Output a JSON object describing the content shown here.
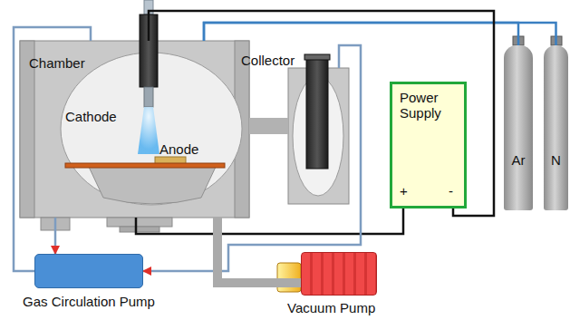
{
  "diagram": {
    "nodes": [
      {
        "text": [
          "Chamber"
        ]
      },
      {
        "text": [
          "Collector"
        ]
      },
      {
        "text": [
          "Power Supply",
          "+",
          "-"
        ]
      },
      {
        "text": [
          "Ar"
        ]
      },
      {
        "text": [
          "N"
        ]
      },
      {
        "text": [
          "Gas Circulation Pump"
        ]
      },
      {
        "text": [
          "Vacuum Pump"
        ]
      }
    ],
    "edges": [
      {
        "from": 3,
        "to": 0,
        "arrow": "none"
      },
      {
        "from": 4,
        "to": 0,
        "arrow": "none"
      },
      {
        "from": 2,
        "to": 0,
        "arrow": "none"
      },
      {
        "from": 2,
        "to": 0,
        "arrow": "none"
      },
      {
        "from": 0,
        "to": 1,
        "arrow": "none"
      },
      {
        "from": 0,
        "to": 5,
        "arrow": "to"
      },
      {
        "from": 5,
        "to": 0,
        "arrow": "none"
      },
      {
        "from": 1,
        "to": 5,
        "arrow": "to"
      },
      {
        "from": 0,
        "to": 6,
        "arrow": "none"
      }
    ],
    "labels": [
      "Cathode",
      "Anode"
    ]
  }
}
